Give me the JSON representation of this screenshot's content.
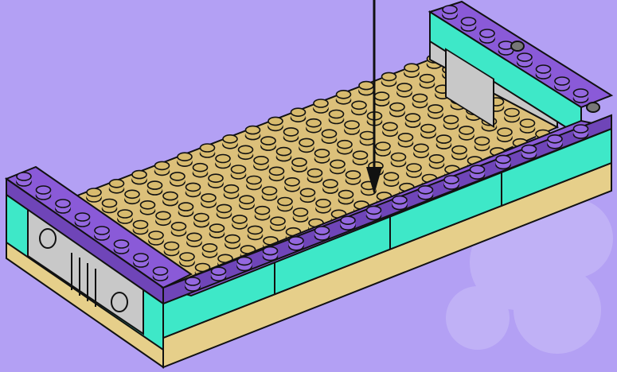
{
  "instruction": {
    "title": "",
    "step_number": ""
  },
  "model": {
    "base_plate_studs": {
      "rows": 8,
      "cols": 16
    },
    "front_wall_studs": 16,
    "left_wall_studs": 8,
    "right_wall_studs": 8,
    "colors": {
      "background": "#b3a0f4",
      "plate_top": "#dcc07a",
      "stud_fill": "#d8bb6e",
      "wall_purple": "#8a5ad8",
      "wall_purple_dark": "#6f45b8",
      "stud_purple": "#9468e0",
      "wall_cyan": "#3ee8c8",
      "base_tan": "#e6cf8a",
      "gray_brick": "#c8c8c8",
      "outline": "#111111"
    },
    "icons": [
      "down-arrow-icon",
      "brick-stud-icon",
      "technic-pin-icon",
      "axle-hole-icon"
    ]
  }
}
